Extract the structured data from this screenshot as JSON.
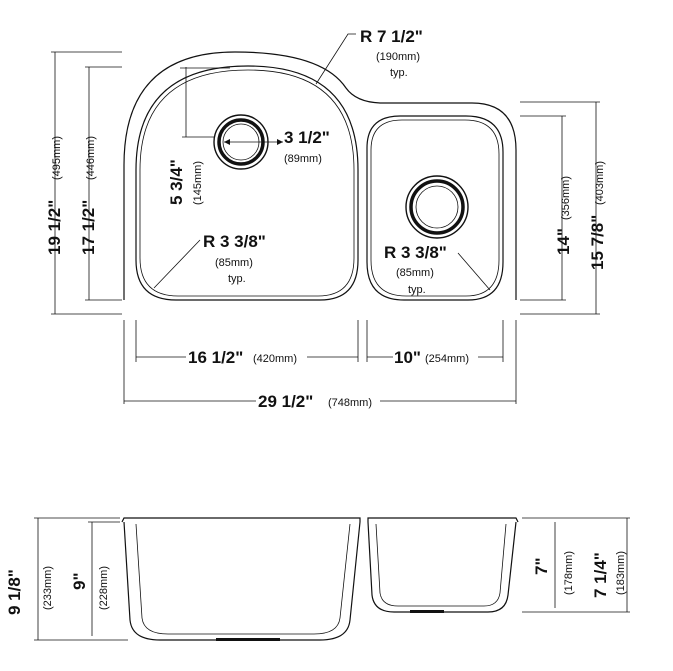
{
  "top_view": {
    "radius_top": {
      "value": "R 7 1/2\"",
      "mm": "(190mm)",
      "note": "typ."
    },
    "drain_diameter": {
      "value": "3 1/2\"",
      "mm": "(89mm)"
    },
    "drain_offset": {
      "value": "5 3/4\"",
      "mm": "(145mm)"
    },
    "radius_corner_left": {
      "value": "R 3 3/8\"",
      "mm": "(85mm)",
      "note": "typ."
    },
    "radius_corner_right": {
      "value": "R 3 3/8\"",
      "mm": "(85mm)",
      "note": "typ."
    },
    "overall_depth_left": {
      "value": "19 1/2\"",
      "mm": "(495mm)"
    },
    "bowl_depth_left": {
      "value": "17 1/2\"",
      "mm": "(446mm)"
    },
    "bowl_depth_right": {
      "value": "14\"",
      "mm": "(356mm)"
    },
    "overall_depth_right": {
      "value": "15 7/8\"",
      "mm": "(403mm)"
    },
    "bowl_width_left": {
      "value": "16 1/2\"",
      "mm": "(420mm)"
    },
    "bowl_width_right": {
      "value": "10\"",
      "mm": "(254mm)"
    },
    "overall_width": {
      "value": "29 1/2\"",
      "mm": "(748mm)"
    }
  },
  "side_view": {
    "overall_height_left": {
      "value": "9 1/8\"",
      "mm": "(233mm)"
    },
    "bowl_height_left": {
      "value": "9\"",
      "mm": "(228mm)"
    },
    "bowl_height_right": {
      "value": "7\"",
      "mm": "(178mm)"
    },
    "overall_height_right": {
      "value": "7 1/4\"",
      "mm": "(183mm)"
    }
  }
}
